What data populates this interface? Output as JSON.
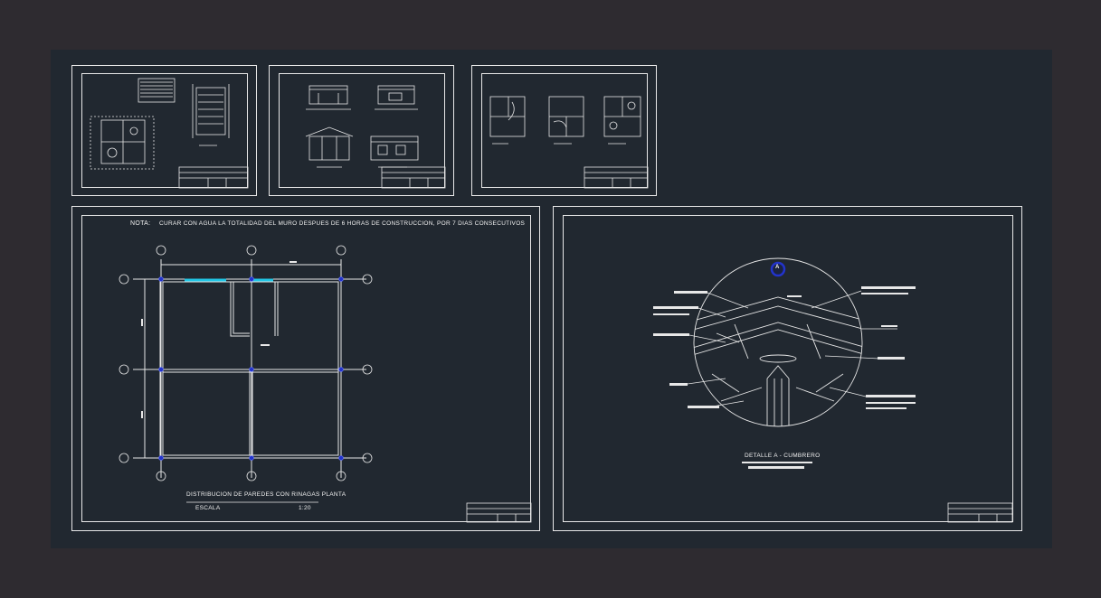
{
  "viewport": {
    "background": "#2e2b30",
    "modelspace_background": "#212830",
    "line_color": "#e8e8e8",
    "accent_cyan": "#21c7e6",
    "marker_blue": "#2233cc"
  },
  "sheets": {
    "plan_sheet": {
      "note_label": "NOTA:",
      "note_text": "CURAR CON AGUA LA TOTALIDAD DEL MURO DESPUES DE 6 HORAS DE CONSTRUCCION, POR 7 DIAS CONSECUTIVOS",
      "drawing_title": "DISTRIBUCION DE PAREDES CON RINAGAS PLANTA",
      "scale_label": "ESCALA",
      "scale_value": "1:20"
    },
    "detail_sheet": {
      "detail_marker": "A",
      "drawing_title": "DETALLE A - CUMBRERO"
    }
  }
}
